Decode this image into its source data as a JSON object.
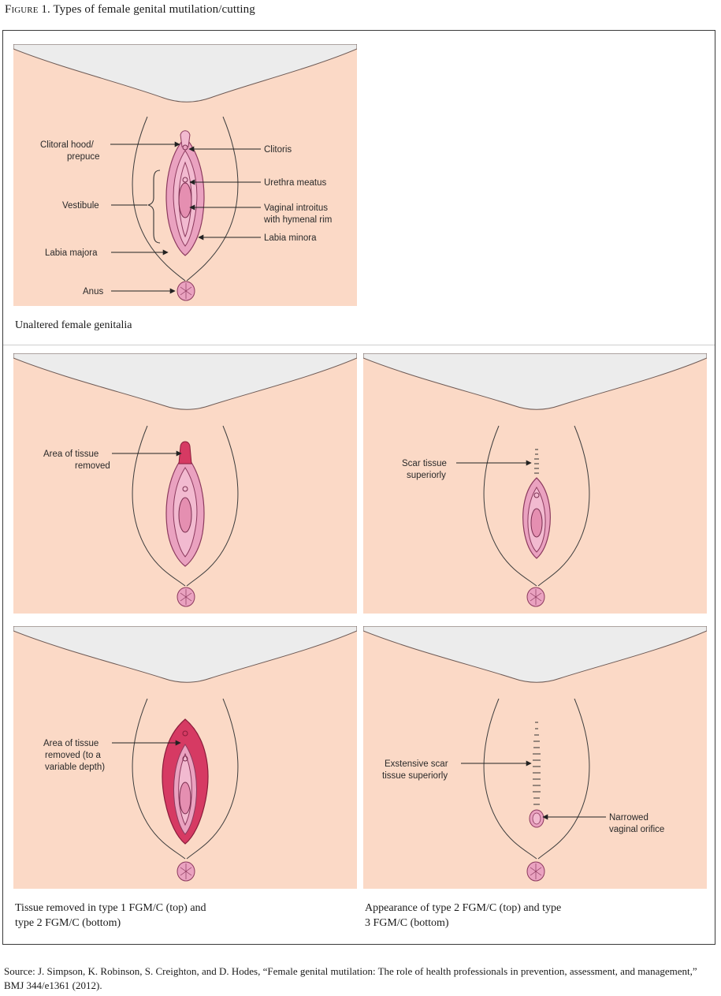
{
  "figure": {
    "label": "Figure 1.",
    "title": "Types of female genital mutilation/cutting"
  },
  "panels": {
    "unaltered": {
      "caption": "Unaltered female genitalia",
      "labels": {
        "clitoral_hood_1": "Clitoral hood/",
        "clitoral_hood_2": "prepuce",
        "clitoris": "Clitoris",
        "urethra": "Urethra meatus",
        "vestibule": "Vestibule",
        "vaginal_1": "Vaginal introitus",
        "vaginal_2": "with hymenal rim",
        "labia_minora": "Labia minora",
        "labia_majora": "Labia majora",
        "anus": "Anus"
      }
    },
    "type1": {
      "labels": {
        "line1": "Area of tissue",
        "line2": "removed"
      }
    },
    "type2_scar": {
      "labels": {
        "line1": "Scar tissue",
        "line2": "superiorly"
      }
    },
    "type2": {
      "labels": {
        "line1": "Area of tissue",
        "line2": "removed (to a",
        "line3": "variable depth)"
      }
    },
    "type3": {
      "labels": {
        "scar_1": "Exstensive scar",
        "scar_2": "tissue superiorly",
        "orifice_1": "Narrowed",
        "orifice_2": "vaginal orifice"
      }
    },
    "caption_left_1": "Tissue removed in type 1 FGM/C (top) and",
    "caption_left_2": "type 2 FGM/C (bottom)",
    "caption_right_1": "Appearance of type 2 FGM/C (top) and type",
    "caption_right_2": "3 FGM/C (bottom)"
  },
  "source": "Source: J. Simpson, K. Robinson, S. Creighton, and D. Hodes, “Female genital mutilation: The role of health professionals in prevention, assessment, and management,” BMJ 344/e1361 (2012).",
  "colors": {
    "skin": "#fbd9c6",
    "thigh_gap": "#ececec",
    "tissue": "#eaa2c0",
    "tissue_line": "#8c3a5e",
    "removed": "#d63a63"
  }
}
